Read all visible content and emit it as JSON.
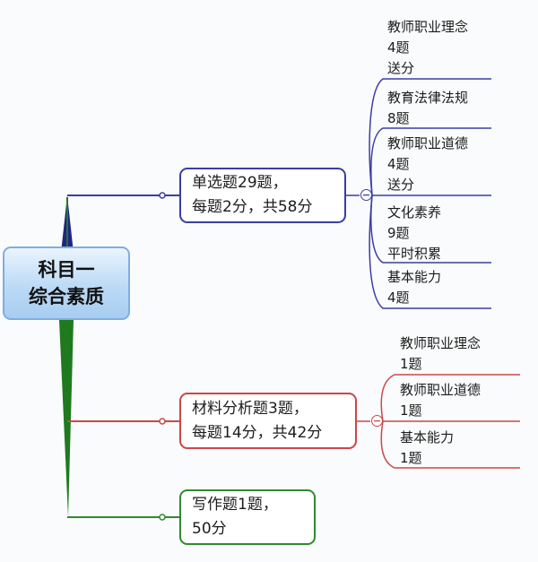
{
  "root": {
    "line1": "科目一",
    "line2": "综合素质"
  },
  "branches": [
    {
      "id": "single",
      "line1": "单选题29题，",
      "line2": "每题2分，共58分",
      "color": "#3a3ea0",
      "toggle": "−",
      "leaves": [
        {
          "lines": [
            "教师职业理念",
            "4题",
            "送分"
          ]
        },
        {
          "lines": [
            "教育法律法规",
            "8题"
          ]
        },
        {
          "lines": [
            "教师职业道德",
            "4题",
            "送分"
          ]
        },
        {
          "lines": [
            "文化素养",
            "9题",
            "平时积累"
          ]
        },
        {
          "lines": [
            "基本能力",
            "4题"
          ]
        }
      ]
    },
    {
      "id": "material",
      "line1": "材料分析题3题，",
      "line2": "每题14分，共42分",
      "color": "#c94848",
      "toggle": "−",
      "leaves": [
        {
          "lines": [
            "教师职业理念",
            "1题"
          ]
        },
        {
          "lines": [
            "教师职业道德",
            "1题"
          ]
        },
        {
          "lines": [
            "基本能力",
            "1题"
          ]
        }
      ]
    },
    {
      "id": "writing",
      "line1": "写作题1题，",
      "line2": "50分",
      "color": "#2f8a30",
      "leaves": []
    }
  ]
}
